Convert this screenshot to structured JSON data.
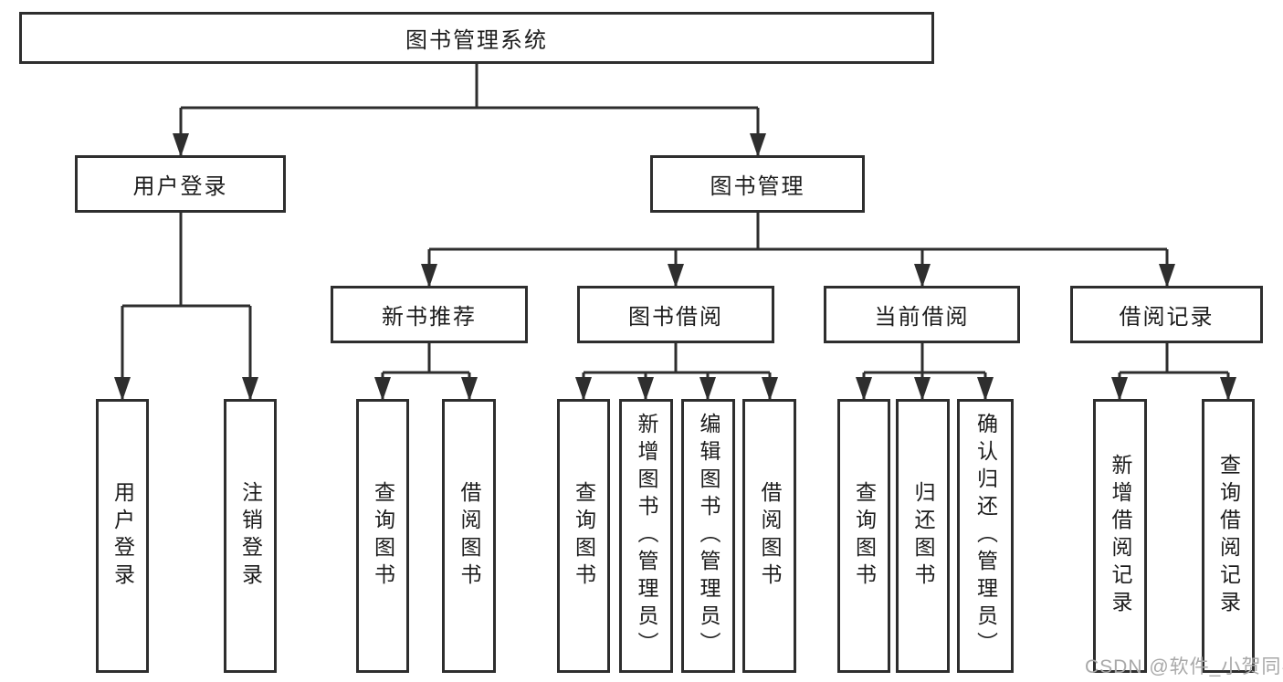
{
  "diagram": {
    "root": {
      "label": "图书管理系统"
    },
    "user_login": {
      "label": "用户登录",
      "children": [
        {
          "label": "用户登录"
        },
        {
          "label": "注销登录"
        }
      ]
    },
    "book_management": {
      "label": "图书管理",
      "modules": [
        {
          "label": "新书推荐",
          "children": [
            {
              "label": "查询图书"
            },
            {
              "label": "借阅图书"
            }
          ]
        },
        {
          "label": "图书借阅",
          "children": [
            {
              "label": "查询图书"
            },
            {
              "label": "新增图书（管理员）"
            },
            {
              "label": "编辑图书（管理员）"
            },
            {
              "label": "借阅图书"
            }
          ]
        },
        {
          "label": "当前借阅",
          "children": [
            {
              "label": "查询图书"
            },
            {
              "label": "归还图书"
            },
            {
              "label": "确认归还（管理员）"
            }
          ]
        },
        {
          "label": "借阅记录",
          "children": [
            {
              "label": "新增借阅记录"
            },
            {
              "label": "查询借阅记录"
            }
          ]
        }
      ]
    },
    "watermark": "CSDN @软件_小贺同学",
    "colors": {
      "line": "#2e2e2e",
      "text": "#1c1c1c",
      "watermark": "#a8a8a8",
      "background": "#ffffff"
    }
  }
}
